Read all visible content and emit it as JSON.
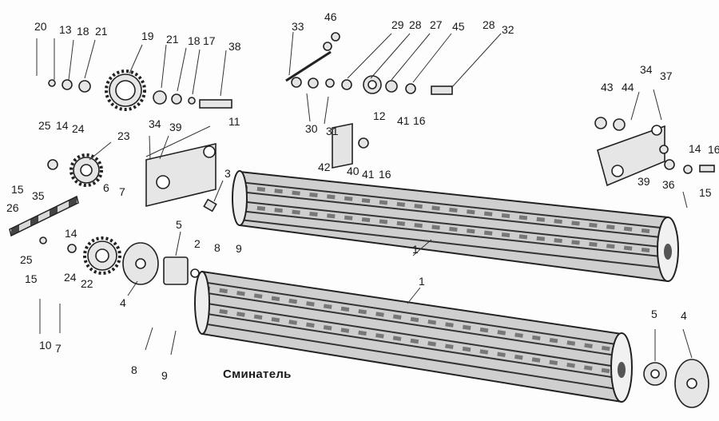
{
  "caption": "Сминатель",
  "part_labels": [
    "1",
    "2",
    "3",
    "4",
    "5",
    "6",
    "7",
    "8",
    "9",
    "10",
    "11",
    "12",
    "13",
    "14",
    "15",
    "16",
    "17",
    "18",
    "19",
    "20",
    "21",
    "22",
    "23",
    "24",
    "25",
    "26",
    "27",
    "28",
    "29",
    "30",
    "31",
    "32",
    "33",
    "34",
    "35",
    "36",
    "37",
    "38",
    "39",
    "40",
    "41",
    "42",
    "43",
    "44",
    "45",
    "46"
  ]
}
